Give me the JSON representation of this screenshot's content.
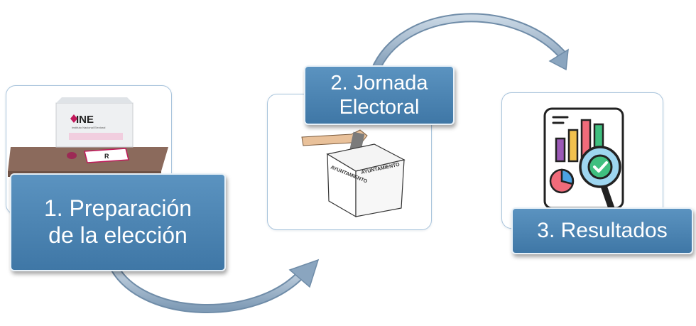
{
  "steps": [
    {
      "line1": "1. Preparación",
      "line2": "de la elección"
    },
    {
      "line1": "2. Jornada",
      "line2": "Electoral"
    },
    {
      "line1": "3. Resultados"
    }
  ],
  "illustrations": {
    "ballot_box_brand": "INE",
    "ballot_box_subtitle": "Instituto Nacional Electoral",
    "ballot_mark": "R",
    "urn_label_left": "AYUNTAMIENTO",
    "urn_label_right": "AYUNTAMIENTO"
  },
  "colors": {
    "label_fill": "#4a86b5",
    "card_border": "#a8c4dc",
    "arrow": "#8aa5bf",
    "ine_pink": "#c2185b"
  },
  "icons": [
    "ballot-box-table-icon",
    "voting-urn-icon",
    "report-analysis-icon",
    "curved-arrow-icon"
  ]
}
